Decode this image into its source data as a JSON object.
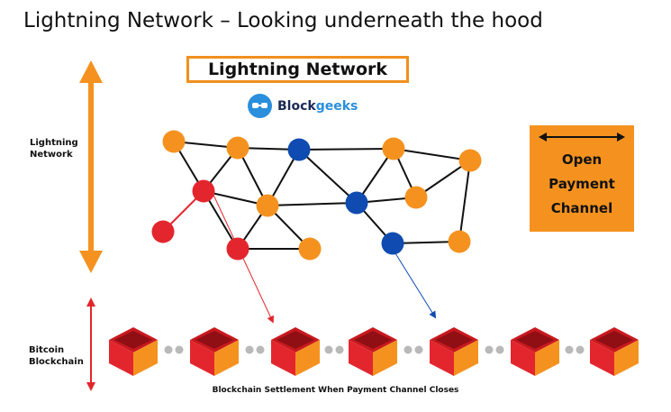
{
  "slide": {
    "title": "Lightning Network – Looking underneath the hood"
  },
  "header_box": {
    "label": "Lightning Network"
  },
  "logo": {
    "prefix": "Block",
    "suffix": "geeks",
    "icon": "goggles-icon"
  },
  "labels": {
    "lightning_network": "Lightning\nNetwork",
    "bitcoin_blockchain": "Bitcoin\nBlockchain",
    "settlement": "Blockchain Settlement When Payment Channel Closes",
    "open_payment_channel": "Open\nPayment\nChannel"
  },
  "colors": {
    "orange": "#f5921f",
    "red": "#e3262d",
    "blue": "#0f4bb0",
    "block_dark": "#c8191f",
    "connector": "#b9b9b9"
  },
  "network": {
    "nodes": [
      {
        "id": "o1",
        "type": "orange"
      },
      {
        "id": "o2",
        "type": "orange"
      },
      {
        "id": "b1",
        "type": "blue"
      },
      {
        "id": "o3",
        "type": "orange"
      },
      {
        "id": "o4",
        "type": "orange"
      },
      {
        "id": "r1",
        "type": "red"
      },
      {
        "id": "o5",
        "type": "orange"
      },
      {
        "id": "b2",
        "type": "blue"
      },
      {
        "id": "o6",
        "type": "orange"
      },
      {
        "id": "r2",
        "type": "red"
      },
      {
        "id": "r3",
        "type": "red"
      },
      {
        "id": "o7",
        "type": "orange"
      },
      {
        "id": "b3",
        "type": "blue"
      },
      {
        "id": "o8",
        "type": "orange"
      }
    ],
    "edges": [
      [
        "o1",
        "o2"
      ],
      [
        "o2",
        "b1"
      ],
      [
        "b1",
        "o3"
      ],
      [
        "o3",
        "o4"
      ],
      [
        "o1",
        "r1"
      ],
      [
        "o2",
        "r1"
      ],
      [
        "o2",
        "o5"
      ],
      [
        "b1",
        "o5"
      ],
      [
        "b1",
        "b2"
      ],
      [
        "o3",
        "b2"
      ],
      [
        "o3",
        "o6"
      ],
      [
        "o4",
        "o6"
      ],
      [
        "o4",
        "o8"
      ],
      [
        "r1",
        "o5"
      ],
      [
        "r1",
        "r3"
      ],
      [
        "o5",
        "r3"
      ],
      [
        "o5",
        "o7"
      ],
      [
        "o5",
        "b2"
      ],
      [
        "r3",
        "o7"
      ],
      [
        "b2",
        "o6"
      ],
      [
        "b2",
        "b3"
      ],
      [
        "b3",
        "o8"
      ]
    ]
  },
  "blockchain": {
    "block_count": 7
  }
}
